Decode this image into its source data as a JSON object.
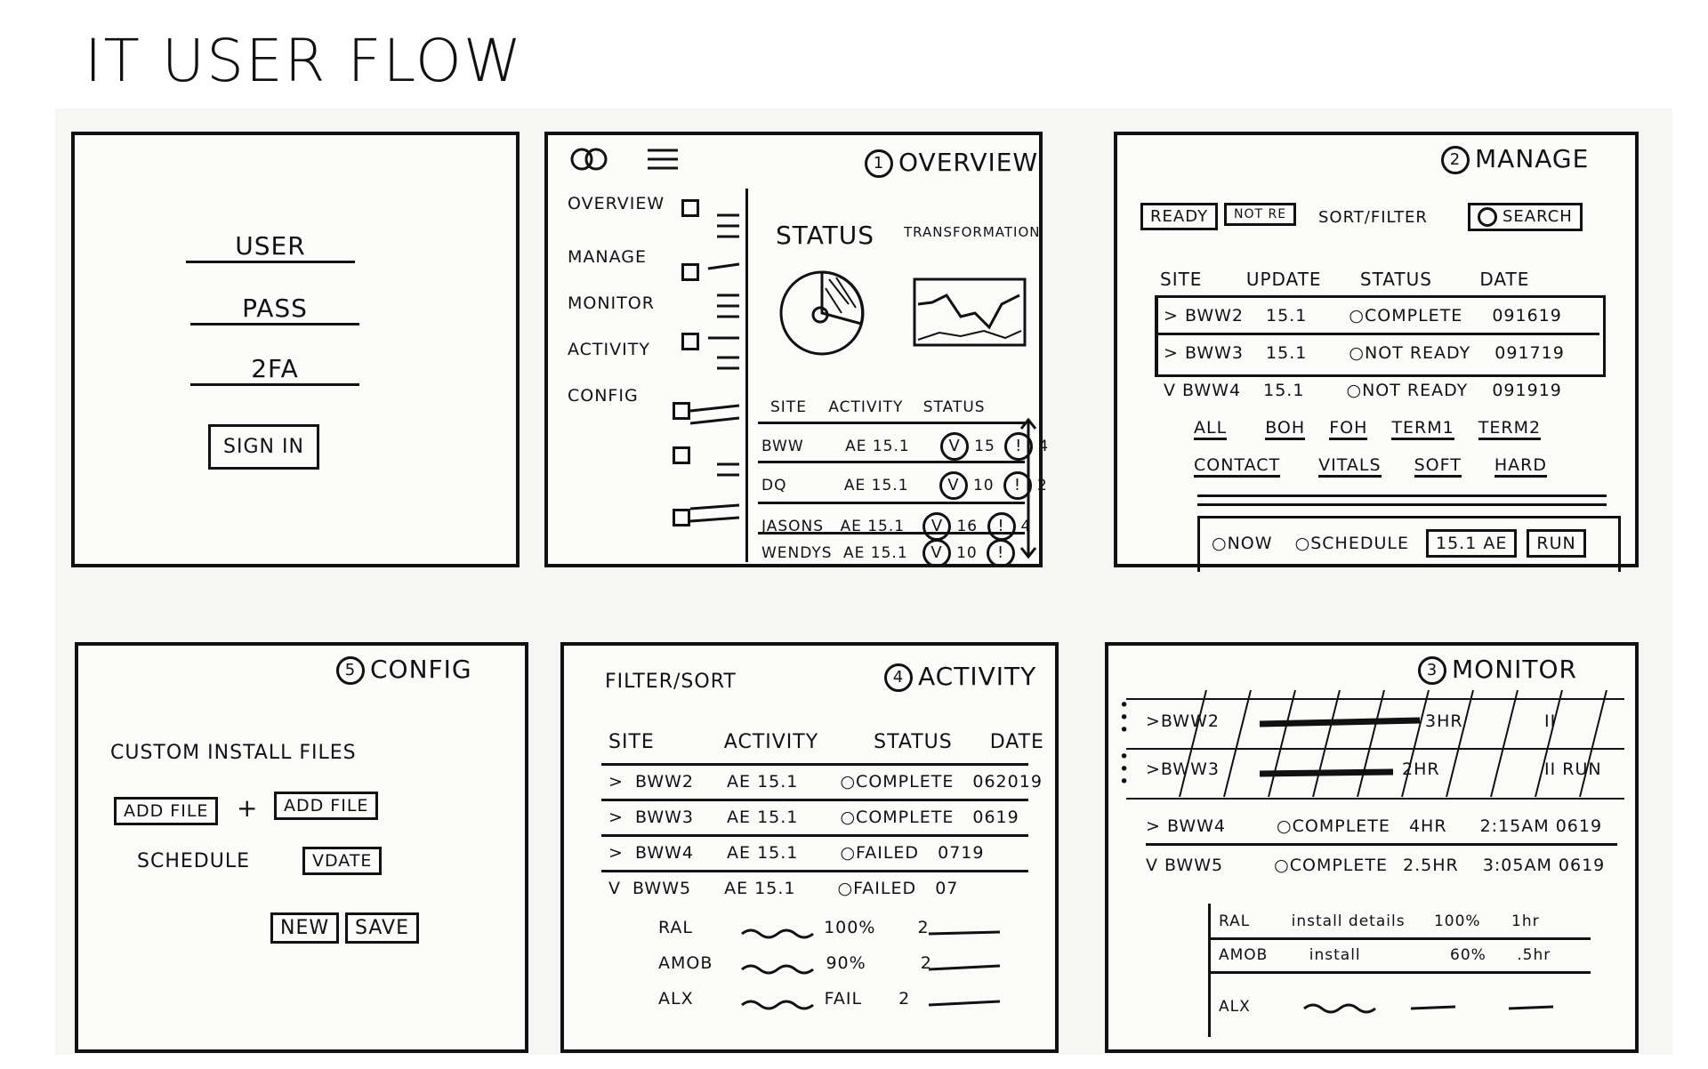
{
  "title": "IT USER FLOW",
  "login": {
    "fields": [
      "USER",
      "PASS",
      "2FA"
    ],
    "button": "SIGN IN"
  },
  "overview": {
    "heading_num": "1",
    "heading": "OVERVIEW",
    "nav": [
      "OVERVIEW",
      "MANAGE",
      "MONITOR",
      "ACTIVITY",
      "CONFIG"
    ],
    "status_label": "STATUS",
    "transformation_label": "TRANSFORMATION",
    "table_headers": [
      "SITE",
      "ACTIVITY",
      "STATUS"
    ],
    "rows": [
      {
        "site": "BWW",
        "activity": "AE 15.1",
        "v": "15",
        "x": "4"
      },
      {
        "site": "DQ",
        "activity": "AE 15.1",
        "v": "10",
        "x": "2"
      },
      {
        "site": "JASONS",
        "activity": "AE 15.1",
        "v": "16",
        "x": "4"
      },
      {
        "site": "WENDYS",
        "activity": "AE 15.1",
        "v": "10",
        "x": ""
      }
    ]
  },
  "manage": {
    "heading_num": "2",
    "heading": "MANAGE",
    "tabs": [
      "READY",
      "NOT RE",
      "SORT/FILTER"
    ],
    "search": "SEARCH",
    "headers": [
      "SITE",
      "UPDATE",
      "STATUS",
      "DATE"
    ],
    "rows": [
      {
        "site": "BWW2",
        "update": "15.1",
        "status": "complete",
        "date": "091619"
      },
      {
        "site": "BWW3",
        "update": "15.1",
        "status": "NOT READY",
        "date": "091719"
      },
      {
        "site": "BWW4",
        "update": "15.1",
        "status": "NOT READY",
        "date": "091919"
      }
    ],
    "options1": [
      "ALL",
      "BOH",
      "FOH",
      "TERM1",
      "TERM2"
    ],
    "options2": [
      "CONTACT",
      "VITALS",
      "SOFT",
      "HARD"
    ],
    "now": "NOW",
    "schedule": "SCHEDULE",
    "version": "15.1 AE",
    "run": "RUN"
  },
  "config": {
    "heading_num": "5",
    "heading": "CONFIG",
    "custom_files": "CUSTOM INSTALL FILES",
    "add_file": "ADD FILE",
    "plus": "+",
    "add_file2": "ADD FILE",
    "schedule": "SCHEDULE",
    "date": "DATE",
    "new": "NEW",
    "save": "SAVE"
  },
  "activity": {
    "heading_num": "4",
    "heading": "ACTIVITY",
    "filter_sort": "FILTER/SORT",
    "headers": [
      "SITE",
      "ACTIVITY",
      "STATUS",
      "DATE"
    ],
    "rows": [
      {
        "chev": ">",
        "site": "BWW2",
        "activity": "AE 15.1",
        "status": "COMPLETE",
        "date": "062019"
      },
      {
        "chev": ">",
        "site": "BWW3",
        "activity": "AE 15.1",
        "status": "COMPLETE",
        "date": "0619"
      },
      {
        "chev": ">",
        "site": "BWW4",
        "activity": "AE 15.1",
        "status": "FAILED",
        "date": "0719"
      },
      {
        "chev": "v",
        "site": "BWW5",
        "activity": "AE 15.1",
        "status": "FAILED",
        "date": "07"
      }
    ],
    "subrows": [
      {
        "name": "RAL",
        "val": "100%",
        "n": "2"
      },
      {
        "name": "AMOB",
        "val": "90%",
        "n": "2"
      },
      {
        "name": "ALX",
        "val": "FAIL",
        "n": "2"
      }
    ]
  },
  "monitor": {
    "heading_num": "3",
    "heading": "MONITOR",
    "rows": [
      {
        "site": "BWW2",
        "eta": "3hr",
        "action": "II"
      },
      {
        "site": "BWW3",
        "eta": "2hr",
        "action": "II RUN"
      }
    ],
    "done": [
      {
        "chev": ">",
        "site": "BWW4",
        "status": "COMPLETE",
        "dur": "4hr",
        "when": "2:15AM 0619"
      },
      {
        "chev": "v",
        "site": "BWW5",
        "status": "COMPLETE",
        "dur": "2.5hr",
        "when": "3:05AM 0619"
      }
    ],
    "details": [
      {
        "name": "RAL",
        "text": "install details",
        "pct": "100%",
        "dur": "1hr"
      },
      {
        "name": "AMOB",
        "text": "install",
        "pct": "60%",
        "dur": ".5hr"
      },
      {
        "name": "ALX",
        "text": "",
        "pct": "",
        "dur": ""
      }
    ]
  }
}
